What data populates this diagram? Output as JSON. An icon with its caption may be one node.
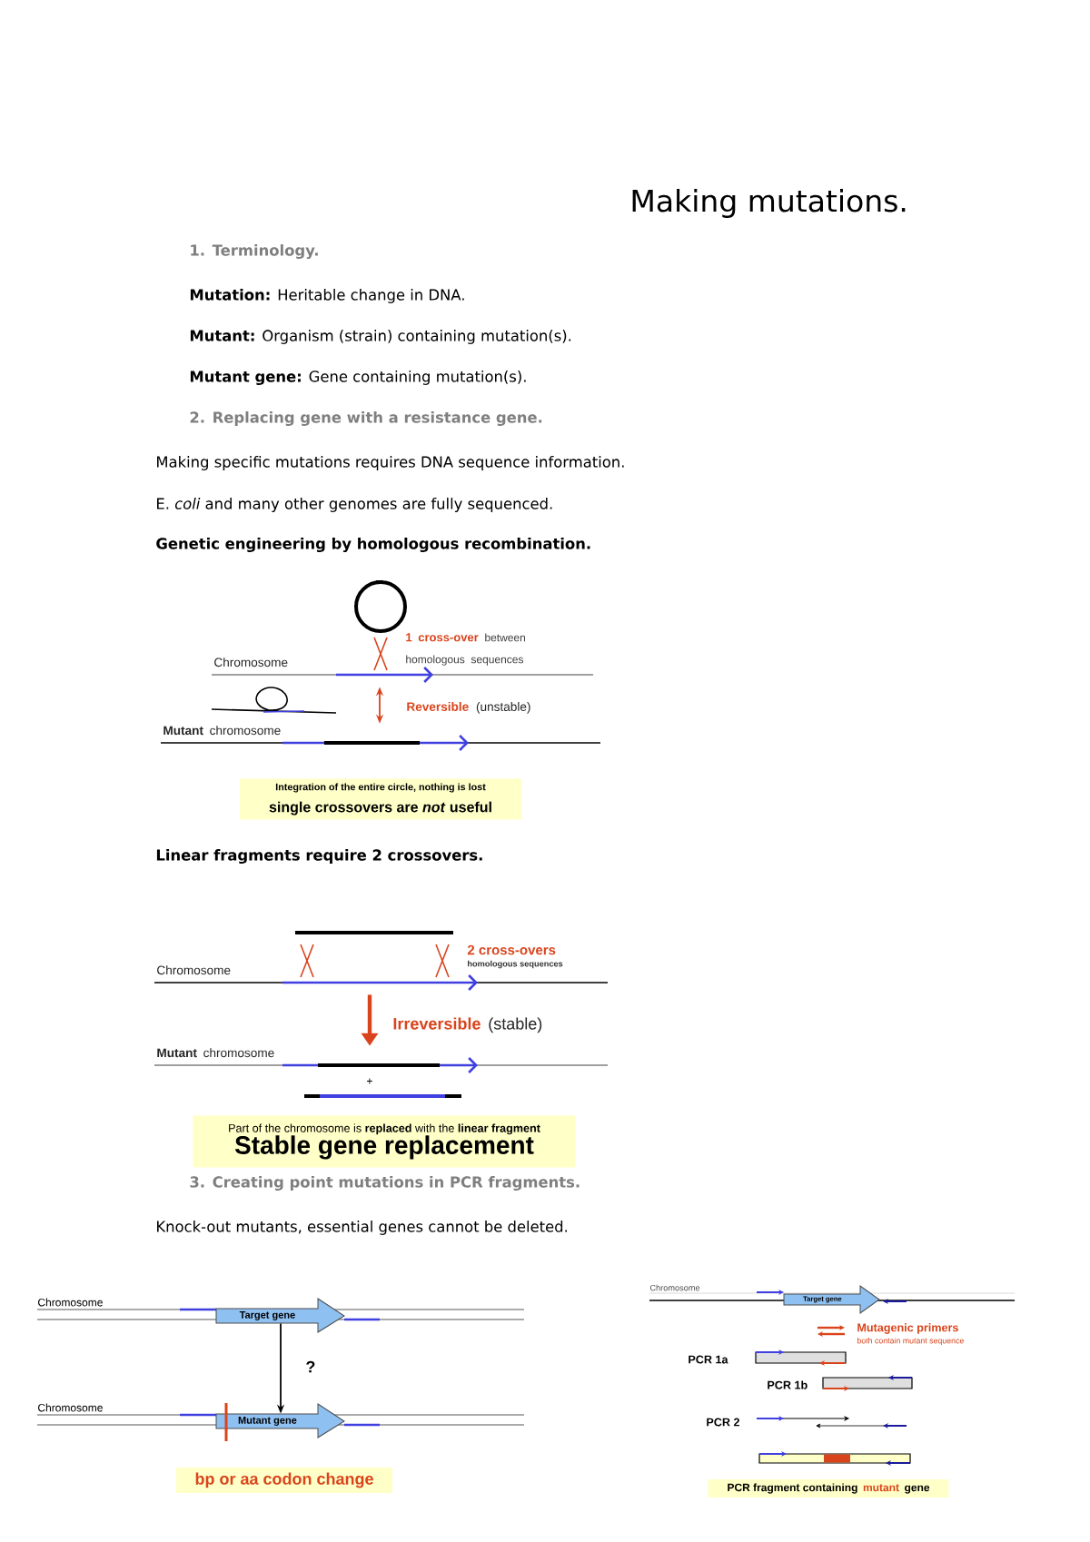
{
  "diagram": {
    "title": "Making mutations.",
    "nodes": [
      {
        "text": [
          "Chromosome"
        ]
      },
      {
        "text": [
          "**Mutant** chromosome"
        ]
      },
      {
        "text": [
          "Integration of the entire circle, nothing is lost",
          "single crossovers are *not* useful"
        ]
      },
      {
        "text": [
          "Chromosome"
        ]
      },
      {
        "text": [
          "**Mutant** chromosome"
        ]
      },
      {
        "text": [
          "Part of the chromosome is **replaced** with the **linear fragment**",
          "Stable gene replacement"
        ]
      },
      {
        "text": [
          "Target gene"
        ]
      },
      {
        "text": [
          "Mutant gene"
        ]
      },
      {
        "text": [
          "bp or aa codon change"
        ]
      },
      {
        "text": [
          "Target gene"
        ]
      },
      {
        "text": [
          "PCR fragment containing",
          "mutant",
          "gene"
        ]
      },
      {
        "text": [],
        "shape": "bar",
        "beside": [
          "PCR 1a"
        ]
      },
      {
        "text": [],
        "shape": "bar",
        "beside": [
          "PCR 1b"
        ]
      },
      {
        "text": [],
        "shape": "bar"
      }
    ],
    "edges": [
      {
        "from": 0,
        "to": 1,
        "arrow": "both",
        "label": "Reversible",
        "color": "#d9441c"
      },
      {
        "from": 3,
        "to": 4,
        "arrow": "to",
        "label": "Irreversible",
        "style": "thick",
        "color": "#d9441c"
      },
      {
        "from": 6,
        "to": 7,
        "arrow": "to",
        "label": "?",
        "color": "#000000"
      }
    ],
    "labels": [
      "1. Terminology.",
      "**Mutation:** Heritable change in DNA.",
      "**Mutant:** Organism (strain) containing mutation(s).",
      "**Mutant gene:** Gene containing mutation(s).",
      "2. Replacing gene with a resistance gene.",
      "Making specific mutations requires DNA sequence information.",
      "E. *coli* and many other genomes are fully sequenced.",
      "Genetic engineering by homologous recombination.",
      "1 cross-over",
      "between homologous sequences",
      "(unstable)",
      "Linear fragments require 2 crossovers.",
      "2 cross-overs",
      "homologous sequences",
      "(stable)",
      "+",
      "3. Creating point mutations in PCR fragments.",
      "Knock-out mutants, essential genes cannot be deleted.",
      "Chromosome",
      "Chromosome",
      "Chromosome",
      "Mutagenic primers",
      "both contain mutant sequence",
      "PCR 2"
    ]
  }
}
